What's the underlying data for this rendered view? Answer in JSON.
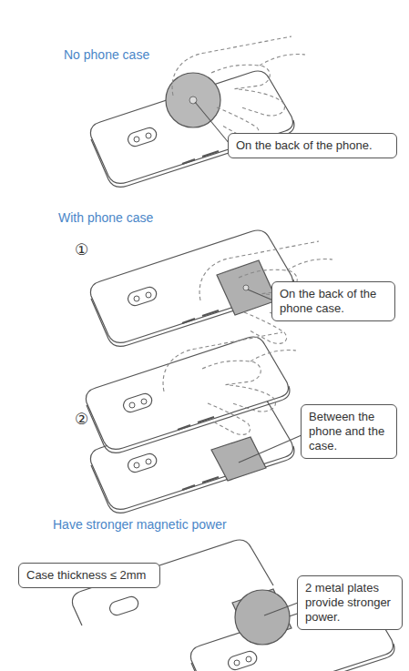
{
  "diagram": {
    "nodes": [
      {
        "text": [
          "On the back of the phone."
        ]
      },
      {
        "text": [
          "On the back of the phone case."
        ]
      },
      {
        "text": [
          "Between the phone and the case."
        ]
      },
      {
        "text": [
          "Case thickness ≤ 2mm"
        ]
      },
      {
        "text": [
          "2 metal plates provide stronger power."
        ]
      }
    ],
    "labels": [
      "No phone case",
      "With phone case",
      "①",
      "②",
      "Have stronger magnetic power"
    ]
  }
}
